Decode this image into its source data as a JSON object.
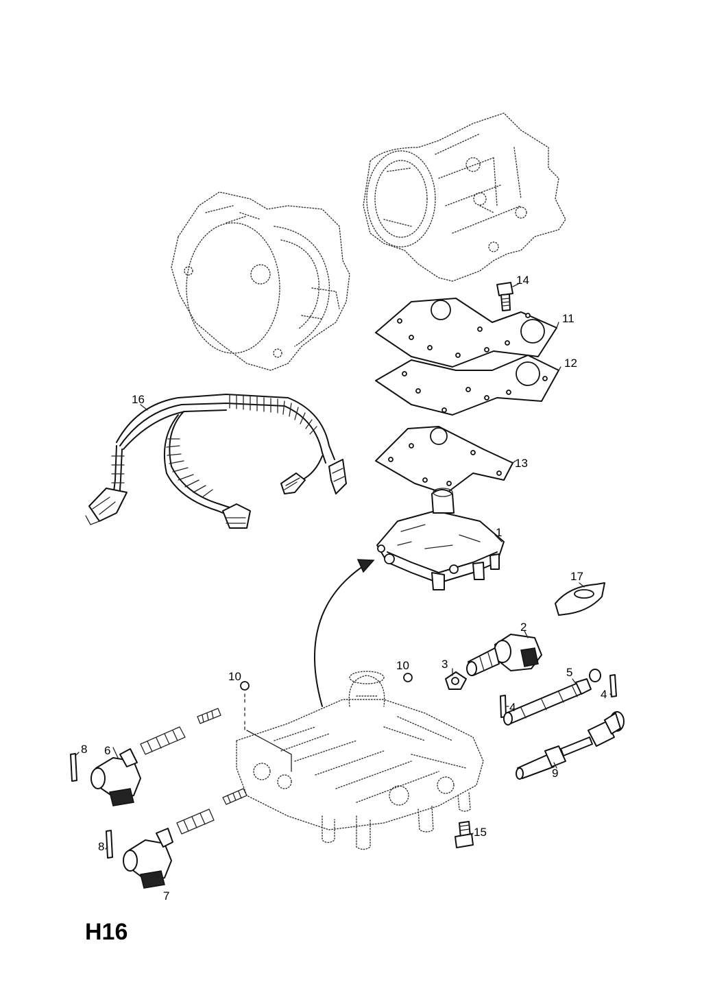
{
  "diagram_code": "H16",
  "callouts": {
    "c1": "1",
    "c2": "2",
    "c3": "3",
    "c4a": "4",
    "c4b": "4",
    "c5": "5",
    "c6": "6",
    "c7": "7",
    "c8a": "8",
    "c8b": "8",
    "c9": "9",
    "c10a": "10",
    "c10b": "10",
    "c11": "11",
    "c12": "12",
    "c13": "13",
    "c14": "14",
    "c15": "15",
    "c16": "16",
    "c17": "17"
  }
}
